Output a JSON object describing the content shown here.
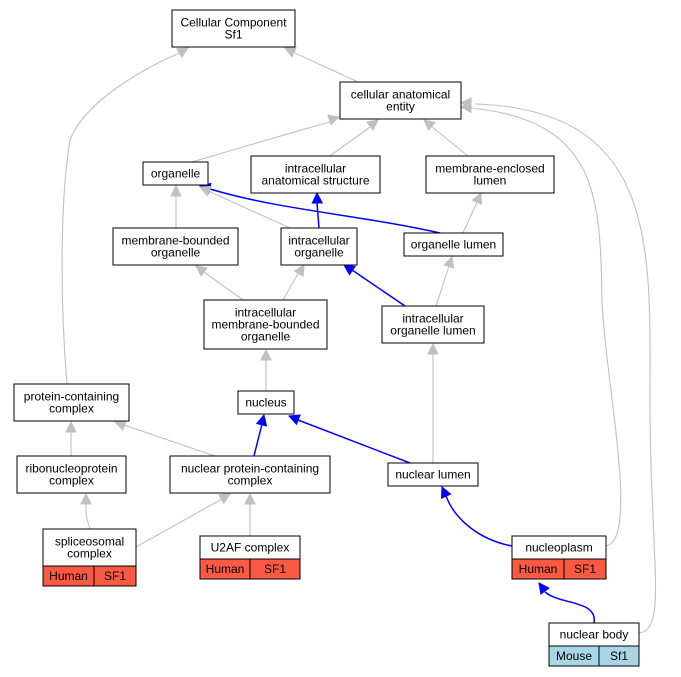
{
  "colors": {
    "edge_gray": "#c0c0c0",
    "edge_blue": "#0000ff",
    "human": "#fa5a44",
    "mouse": "#a9d6e4"
  },
  "nodes": [
    {
      "id": "cellular-component",
      "lines": [
        "Cellular Component",
        "Sf1"
      ]
    },
    {
      "id": "cellular-anatomical-entity",
      "lines": [
        "cellular anatomical",
        "entity"
      ]
    },
    {
      "id": "organelle",
      "lines": [
        "organelle"
      ]
    },
    {
      "id": "intracellular-anatomical-structure",
      "lines": [
        "intracellular",
        "anatomical structure"
      ]
    },
    {
      "id": "membrane-enclosed-lumen",
      "lines": [
        "membrane-enclosed",
        "lumen"
      ]
    },
    {
      "id": "membrane-bounded-organelle",
      "lines": [
        "membrane-bounded",
        "organelle"
      ]
    },
    {
      "id": "intracellular-organelle",
      "lines": [
        "intracellular",
        "organelle"
      ]
    },
    {
      "id": "organelle-lumen",
      "lines": [
        "organelle lumen"
      ]
    },
    {
      "id": "intracellular-membrane-bounded-organelle",
      "lines": [
        "intracellular",
        "membrane-bounded",
        "organelle"
      ]
    },
    {
      "id": "intracellular-organelle-lumen",
      "lines": [
        "intracellular",
        "organelle lumen"
      ]
    },
    {
      "id": "protein-containing-complex",
      "lines": [
        "protein-containing",
        "complex"
      ]
    },
    {
      "id": "nucleus",
      "lines": [
        "nucleus"
      ]
    },
    {
      "id": "ribonucleoprotein-complex",
      "lines": [
        "ribonucleoprotein",
        "complex"
      ]
    },
    {
      "id": "nuclear-protein-containing-complex",
      "lines": [
        "nuclear protein-containing",
        "complex"
      ]
    },
    {
      "id": "nuclear-lumen",
      "lines": [
        "nuclear lumen"
      ]
    },
    {
      "id": "spliceosomal-complex",
      "lines": [
        "spliceosomal",
        "complex"
      ],
      "annotation": [
        "Human",
        "SF1"
      ],
      "species": "human"
    },
    {
      "id": "u2af-complex",
      "lines": [
        "U2AF complex"
      ],
      "annotation": [
        "Human",
        "SF1"
      ],
      "species": "human"
    },
    {
      "id": "nucleoplasm",
      "lines": [
        "nucleoplasm"
      ],
      "annotation": [
        "Human",
        "SF1"
      ],
      "species": "human"
    },
    {
      "id": "nuclear-body",
      "lines": [
        "nuclear body"
      ],
      "annotation": [
        "Mouse",
        "Sf1"
      ],
      "species": "mouse"
    }
  ],
  "edges": [
    {
      "from": "cellular-anatomical-entity",
      "to": "cellular-component",
      "color": "gray"
    },
    {
      "from": "protein-containing-complex",
      "to": "cellular-component",
      "color": "gray"
    },
    {
      "from": "organelle",
      "to": "cellular-anatomical-entity",
      "color": "gray"
    },
    {
      "from": "intracellular-anatomical-structure",
      "to": "cellular-anatomical-entity",
      "color": "gray"
    },
    {
      "from": "membrane-enclosed-lumen",
      "to": "cellular-anatomical-entity",
      "color": "gray"
    },
    {
      "from": "nucleoplasm",
      "to": "cellular-anatomical-entity",
      "color": "gray"
    },
    {
      "from": "nuclear-body",
      "to": "cellular-anatomical-entity",
      "color": "gray"
    },
    {
      "from": "membrane-bounded-organelle",
      "to": "organelle",
      "color": "gray"
    },
    {
      "from": "intracellular-organelle",
      "to": "organelle",
      "color": "gray"
    },
    {
      "from": "organelle-lumen",
      "to": "organelle",
      "color": "blue"
    },
    {
      "from": "intracellular-organelle",
      "to": "intracellular-anatomical-structure",
      "color": "blue"
    },
    {
      "from": "organelle-lumen",
      "to": "membrane-enclosed-lumen",
      "color": "gray"
    },
    {
      "from": "intracellular-membrane-bounded-organelle",
      "to": "membrane-bounded-organelle",
      "color": "gray"
    },
    {
      "from": "intracellular-membrane-bounded-organelle",
      "to": "intracellular-organelle",
      "color": "gray"
    },
    {
      "from": "intracellular-organelle-lumen",
      "to": "intracellular-organelle",
      "color": "blue"
    },
    {
      "from": "intracellular-organelle-lumen",
      "to": "organelle-lumen",
      "color": "gray"
    },
    {
      "from": "nucleus",
      "to": "intracellular-membrane-bounded-organelle",
      "color": "gray"
    },
    {
      "from": "nuclear-lumen",
      "to": "intracellular-organelle-lumen",
      "color": "gray"
    },
    {
      "from": "ribonucleoprotein-complex",
      "to": "protein-containing-complex",
      "color": "gray"
    },
    {
      "from": "nuclear-protein-containing-complex",
      "to": "protein-containing-complex",
      "color": "gray"
    },
    {
      "from": "nuclear-protein-containing-complex",
      "to": "nucleus",
      "color": "blue"
    },
    {
      "from": "nuclear-lumen",
      "to": "nucleus",
      "color": "blue"
    },
    {
      "from": "spliceosomal-complex",
      "to": "ribonucleoprotein-complex",
      "color": "gray"
    },
    {
      "from": "spliceosomal-complex",
      "to": "nuclear-protein-containing-complex",
      "color": "gray"
    },
    {
      "from": "u2af-complex",
      "to": "nuclear-protein-containing-complex",
      "color": "gray"
    },
    {
      "from": "nucleoplasm",
      "to": "nuclear-lumen",
      "color": "blue"
    },
    {
      "from": "nuclear-body",
      "to": "nucleoplasm",
      "color": "blue"
    }
  ]
}
